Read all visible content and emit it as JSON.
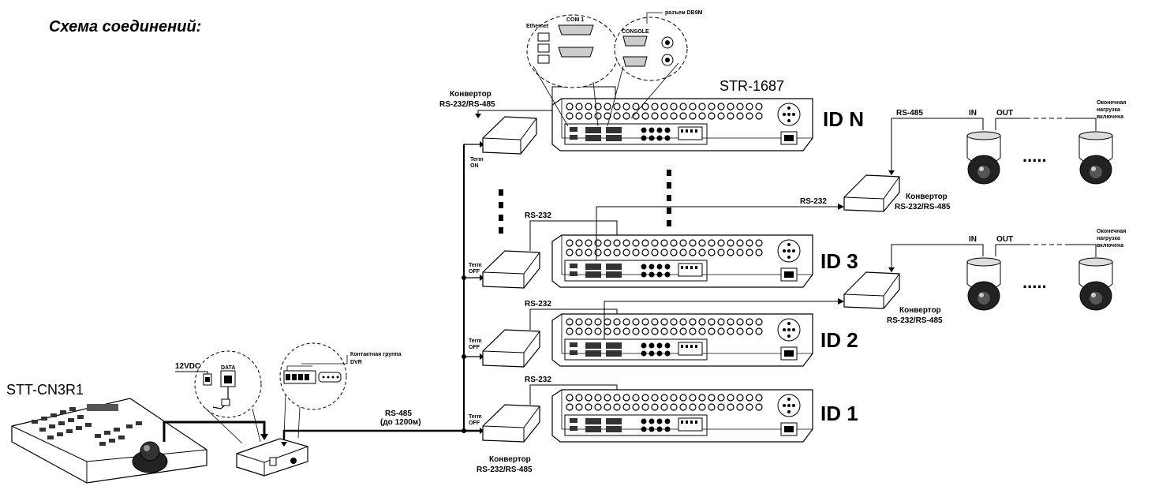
{
  "title": "Схема соединений:",
  "keyboard": {
    "model": "STT-CN3R1"
  },
  "controller": {
    "power_label": "12VDC",
    "data_label": "DATA",
    "contacts_label_1": "Контактная группа",
    "contacts_label_2": "DVR"
  },
  "main_line": {
    "label_1": "RS-485",
    "label_2": "(до 1200м)"
  },
  "dvr": {
    "model": "STR-1687",
    "ids": [
      "ID N",
      "ID 3",
      "ID 2",
      "ID 1"
    ],
    "ports": {
      "ethernet": "Ethernet",
      "com1": "COM 1",
      "console": "CONSOLE",
      "db9m": "разъем DB9M"
    }
  },
  "converter": {
    "name_1": "Конвертор",
    "name_2": "RS-232/RS-485",
    "term_1": "Term",
    "term_on": "ON",
    "term_off": "OFF"
  },
  "links": {
    "rs232": "RS-232",
    "rs485": "RS-485"
  },
  "cameras": {
    "in": "IN",
    "out": "OUT",
    "ellipsis": ".....",
    "termination_1": "Оконечная",
    "termination_2": "нагрузка",
    "termination_3": "включена"
  }
}
